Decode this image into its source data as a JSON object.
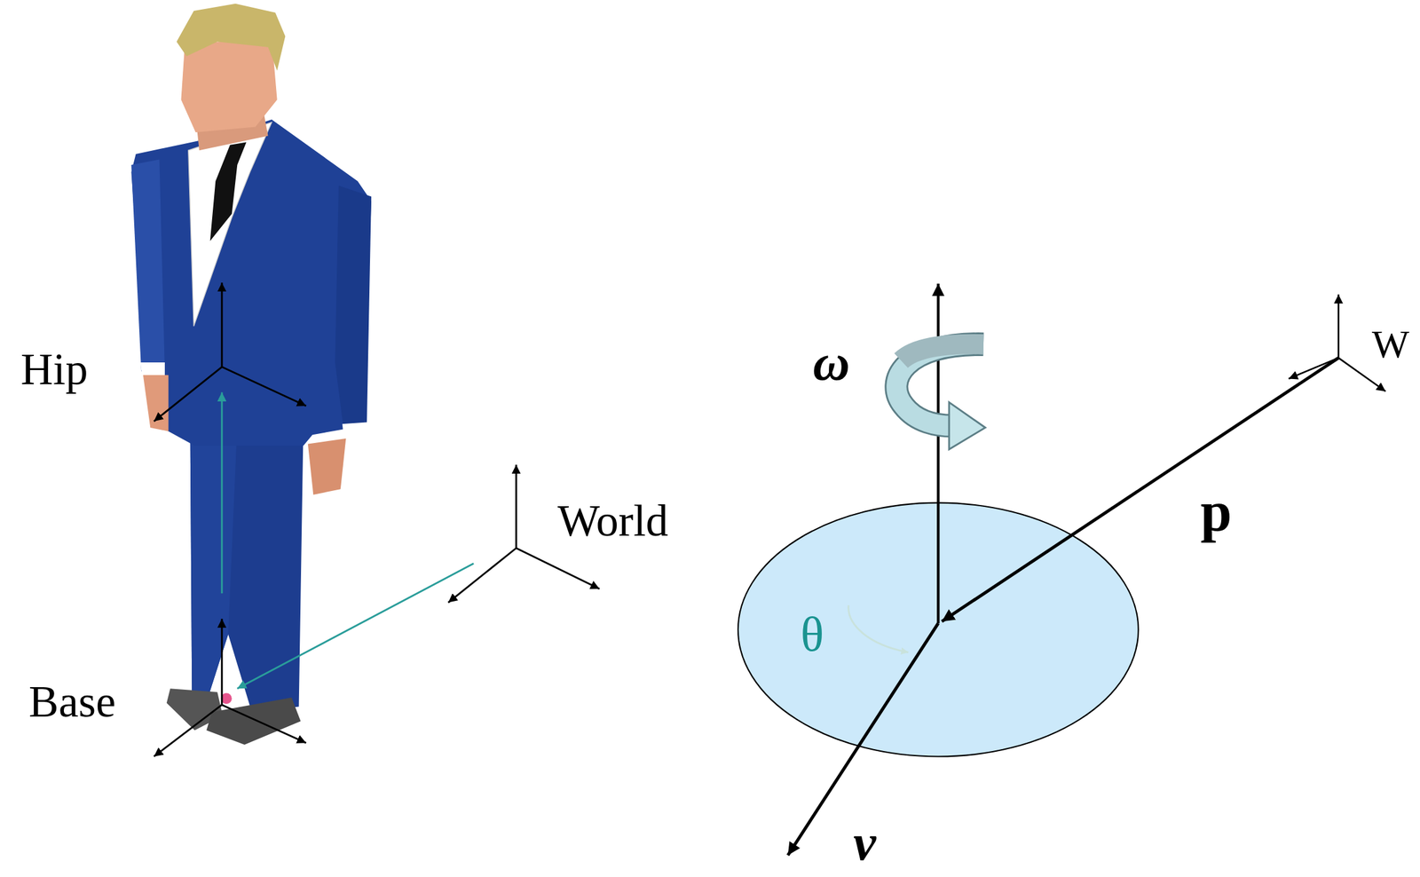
{
  "diagram": {
    "labels": [
      "Hip",
      "World",
      "Base",
      "ω",
      "θ",
      "p",
      "W",
      "v"
    ]
  }
}
